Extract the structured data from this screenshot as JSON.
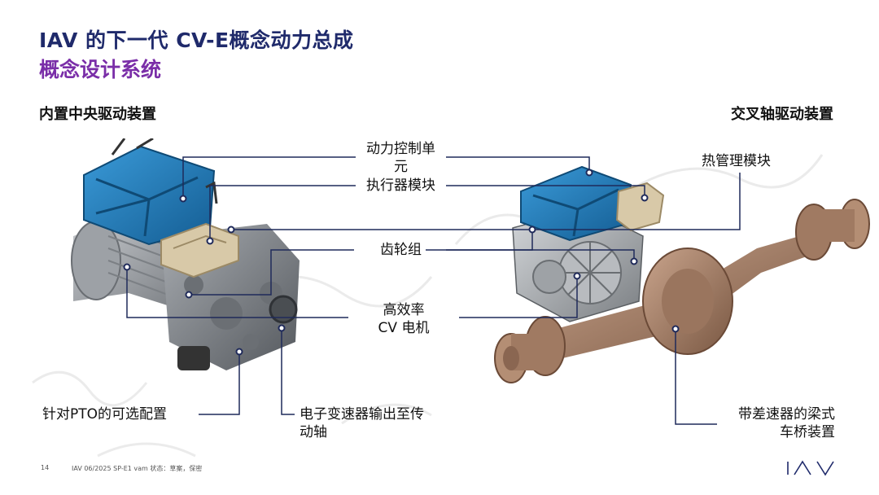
{
  "header": {
    "title": "IAV 的下一代 CV-E概念动力总成",
    "subtitle": "概念设计系统"
  },
  "sections": {
    "left": "内置中央驱动装置",
    "right": "交叉轴驱动装置"
  },
  "labels": {
    "power_control_line1": "动力控制单",
    "power_control_line2": "元",
    "actuator": "执行器模块",
    "gearset": "齿轮组",
    "motor_line1": "高效率",
    "motor_line2": "CV 电机",
    "thermal": "热管理模块",
    "pto": "针对PTO的可选配置",
    "transmission_line1": "电子变速器输出至传",
    "transmission_line2": "动轴",
    "axle_line1": "带差速器的梁式",
    "axle_line2": "车桥装置"
  },
  "footer": {
    "page_number": "14",
    "meta": "IAV 06/2025 SP-E1 vam 状态：草案，保密",
    "logo": "IAV"
  },
  "colors": {
    "title_navy": "#1f2a6b",
    "subtitle_purple": "#7a2ea8",
    "line_navy": "#1f2a5a",
    "housing_blue": "#1d7bbf",
    "axle_bronze": "#a07a62"
  }
}
